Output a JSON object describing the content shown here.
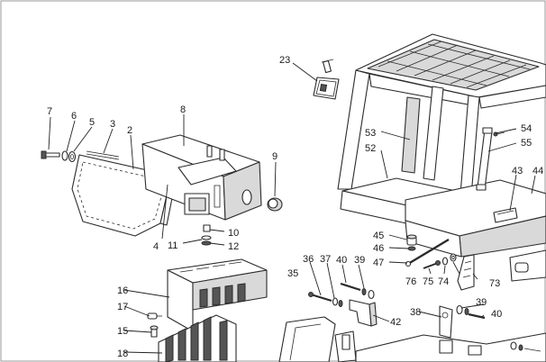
{
  "callouts": [
    {
      "id": "23",
      "label": "23"
    },
    {
      "id": "8",
      "label": "8"
    },
    {
      "id": "7",
      "label": "7"
    },
    {
      "id": "6",
      "label": "6"
    },
    {
      "id": "5",
      "label": "5"
    },
    {
      "id": "3",
      "label": "3"
    },
    {
      "id": "2",
      "label": "2"
    },
    {
      "id": "9",
      "label": "9"
    },
    {
      "id": "4",
      "label": "4"
    },
    {
      "id": "10",
      "label": "10"
    },
    {
      "id": "11",
      "label": "11"
    },
    {
      "id": "12",
      "label": "12"
    },
    {
      "id": "53",
      "label": "53"
    },
    {
      "id": "52",
      "label": "52"
    },
    {
      "id": "54",
      "label": "54"
    },
    {
      "id": "55",
      "label": "55"
    },
    {
      "id": "43",
      "label": "43"
    },
    {
      "id": "44",
      "label": "44"
    },
    {
      "id": "45",
      "label": "45"
    },
    {
      "id": "46",
      "label": "46"
    },
    {
      "id": "47",
      "label": "47"
    },
    {
      "id": "76",
      "label": "76"
    },
    {
      "id": "75",
      "label": "75"
    },
    {
      "id": "74",
      "label": "74"
    },
    {
      "id": "73",
      "label": "73"
    },
    {
      "id": "36",
      "label": "36"
    },
    {
      "id": "37",
      "label": "37"
    },
    {
      "id": "40a",
      "label": "40"
    },
    {
      "id": "39a",
      "label": "39"
    },
    {
      "id": "35",
      "label": "35"
    },
    {
      "id": "42",
      "label": "42"
    },
    {
      "id": "16",
      "label": "16"
    },
    {
      "id": "17",
      "label": "17"
    },
    {
      "id": "15",
      "label": "15"
    },
    {
      "id": "18",
      "label": "18"
    },
    {
      "id": "39b",
      "label": "39"
    },
    {
      "id": "38",
      "label": "38"
    },
    {
      "id": "40b",
      "label": "40"
    }
  ]
}
